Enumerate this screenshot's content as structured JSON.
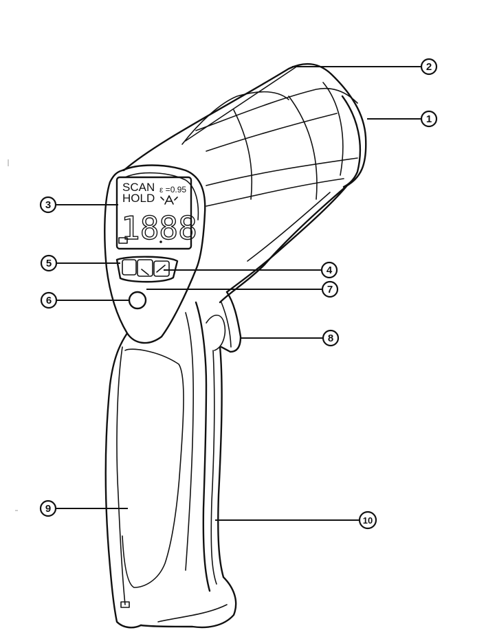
{
  "lcd": {
    "scan": "SCAN",
    "hold": "HOLD",
    "emissivity": "ε =0.95",
    "reading": "1888",
    "battery_icon": "battery-icon",
    "laser_icon": "laser-icon"
  },
  "callouts": [
    {
      "number": "1"
    },
    {
      "number": "2"
    },
    {
      "number": "3"
    },
    {
      "number": "4"
    },
    {
      "number": "5"
    },
    {
      "number": "6"
    },
    {
      "number": "7"
    },
    {
      "number": "8"
    },
    {
      "number": "9"
    },
    {
      "number": "10"
    }
  ]
}
